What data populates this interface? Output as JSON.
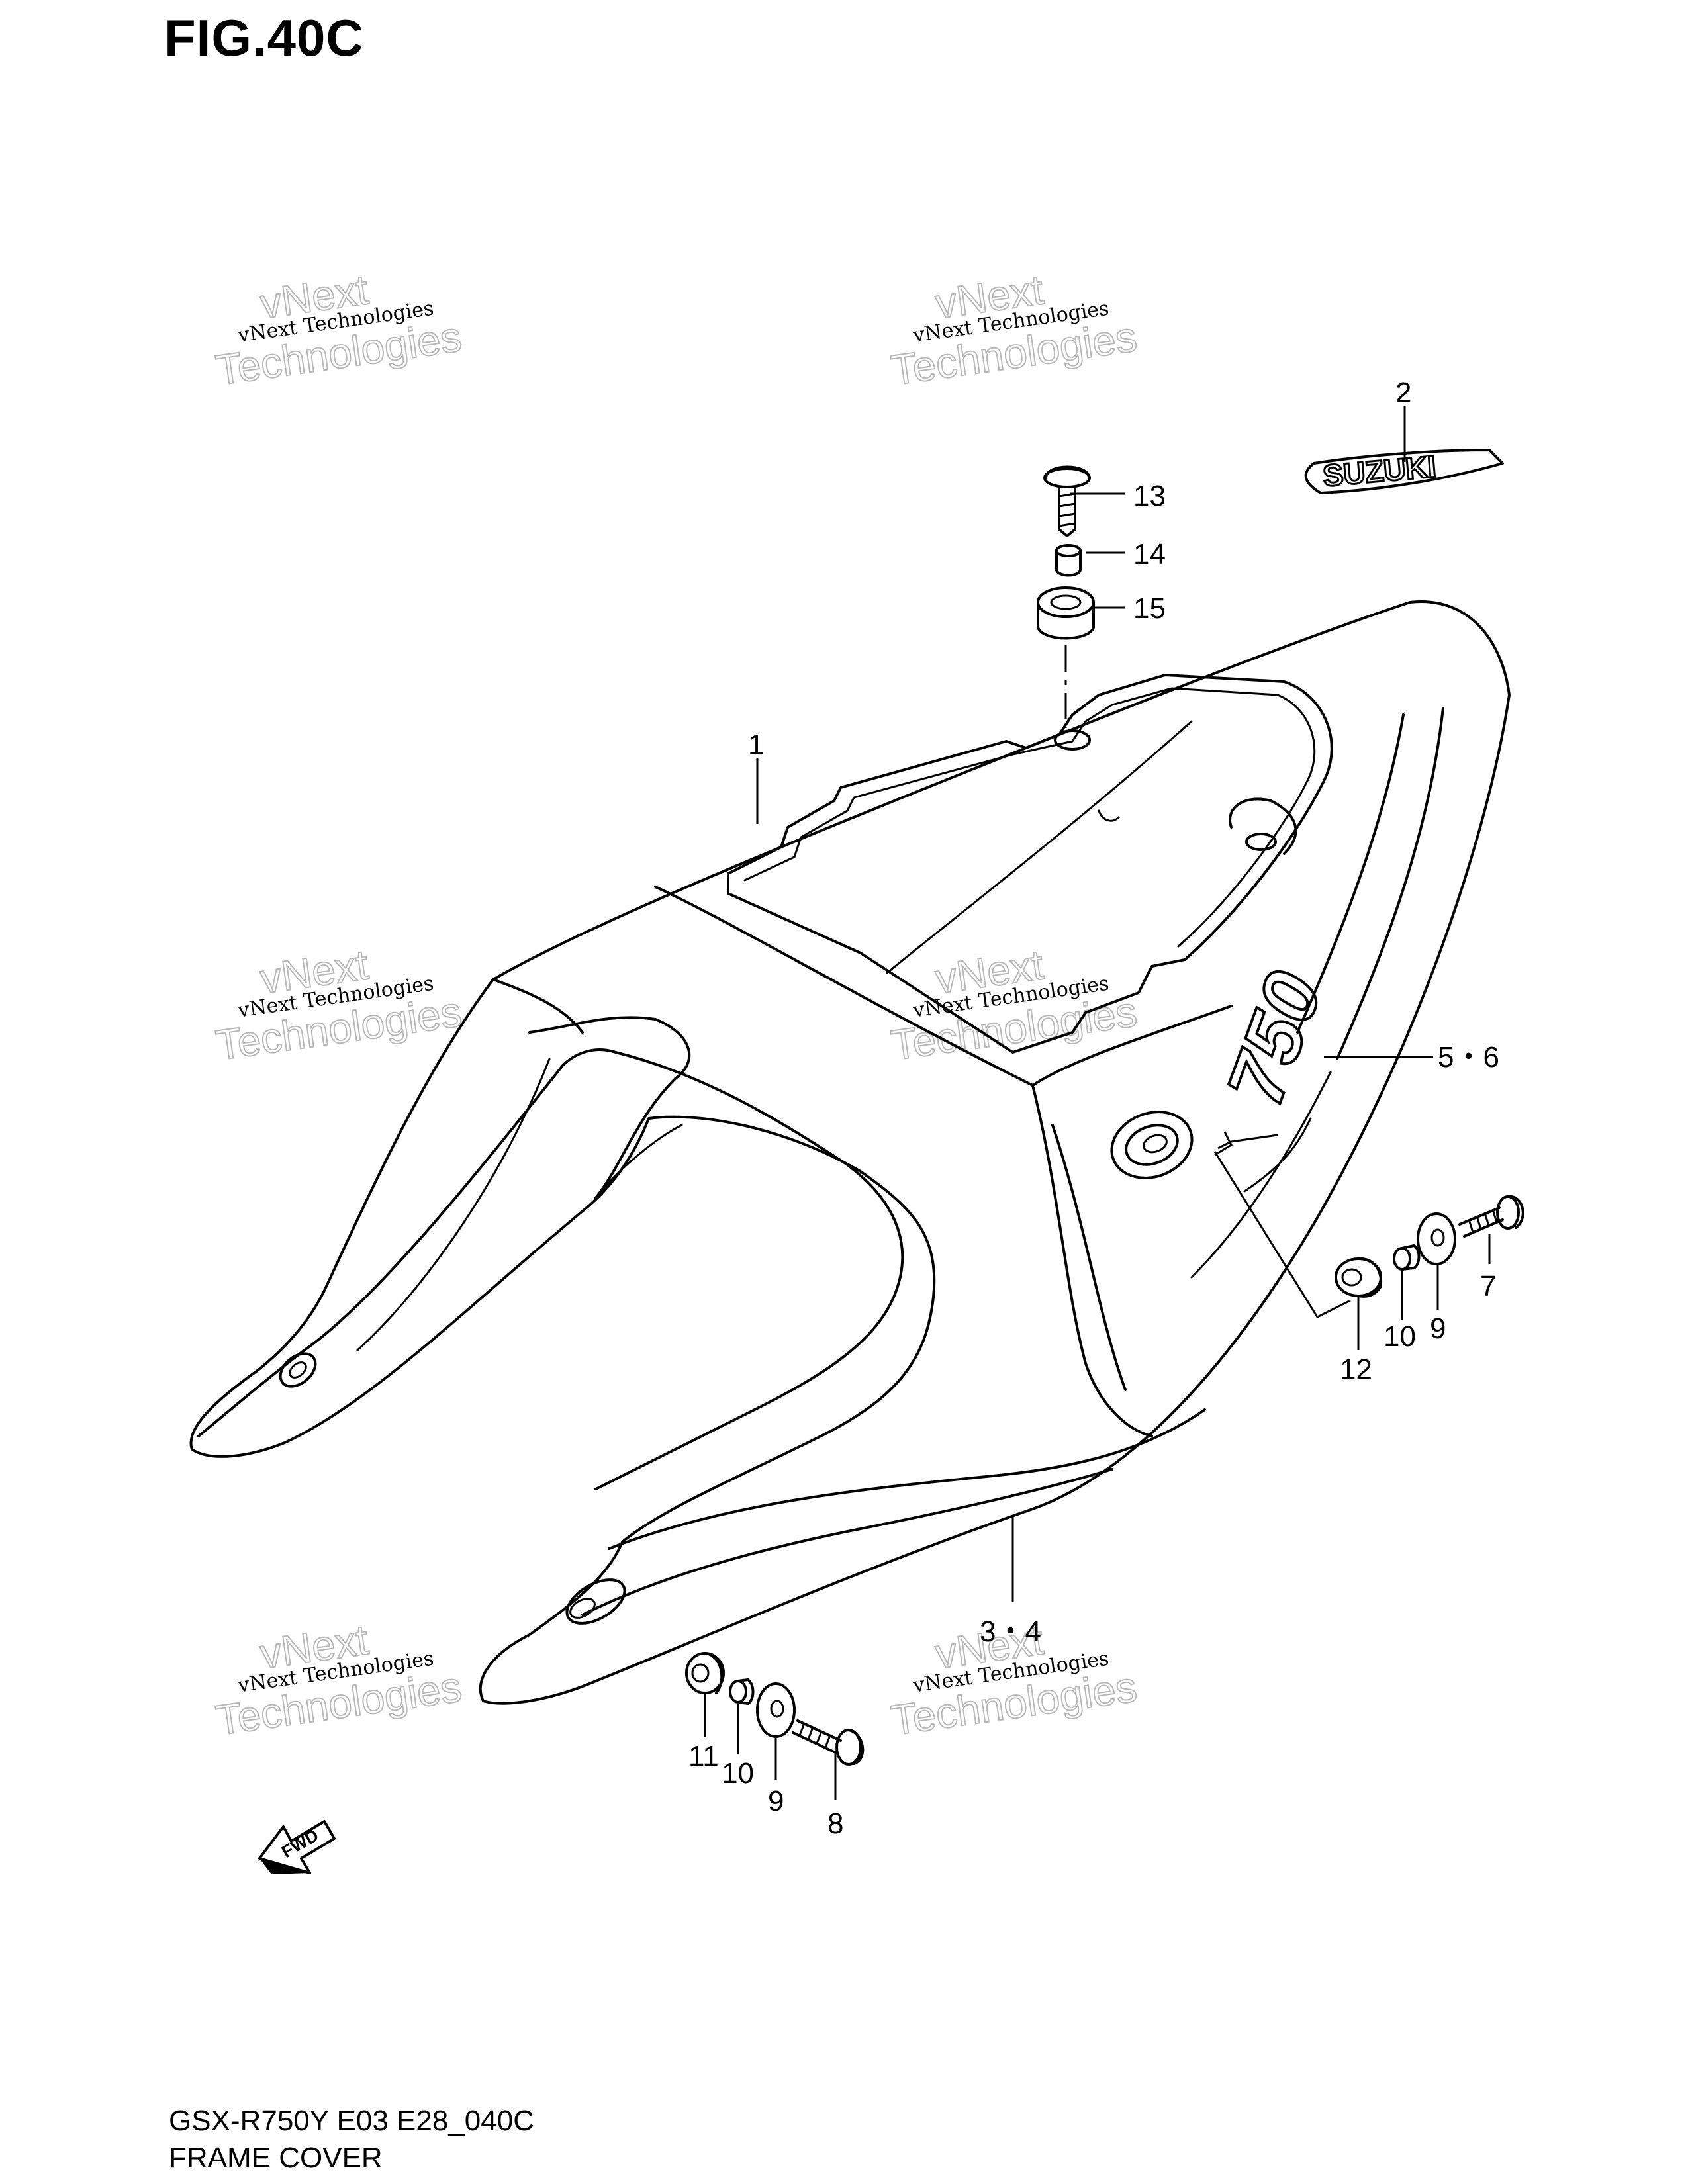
{
  "figure": {
    "title": "FIG.40C",
    "model_code": "GSX-R750Y E03 E28_040C",
    "section_name": "FRAME COVER"
  },
  "decal": {
    "text": "SUZUKI"
  },
  "emblem": {
    "text": "750"
  },
  "direction_marker": {
    "text": "FWD"
  },
  "watermark": {
    "small": "vNext Technologies",
    "big_line1": "vNext",
    "big_line2": "Technologies"
  },
  "callouts": [
    {
      "id": "1",
      "label": "1"
    },
    {
      "id": "2",
      "label": "2"
    },
    {
      "id": "3-4",
      "label": "3・4"
    },
    {
      "id": "5-6",
      "label": "5・6"
    },
    {
      "id": "7",
      "label": "7"
    },
    {
      "id": "8",
      "label": "8"
    },
    {
      "id": "9a",
      "label": "9"
    },
    {
      "id": "9b",
      "label": "9"
    },
    {
      "id": "10a",
      "label": "10"
    },
    {
      "id": "10b",
      "label": "10"
    },
    {
      "id": "11",
      "label": "11"
    },
    {
      "id": "12",
      "label": "12"
    },
    {
      "id": "13",
      "label": "13"
    },
    {
      "id": "14",
      "label": "14"
    },
    {
      "id": "15",
      "label": "15"
    }
  ]
}
